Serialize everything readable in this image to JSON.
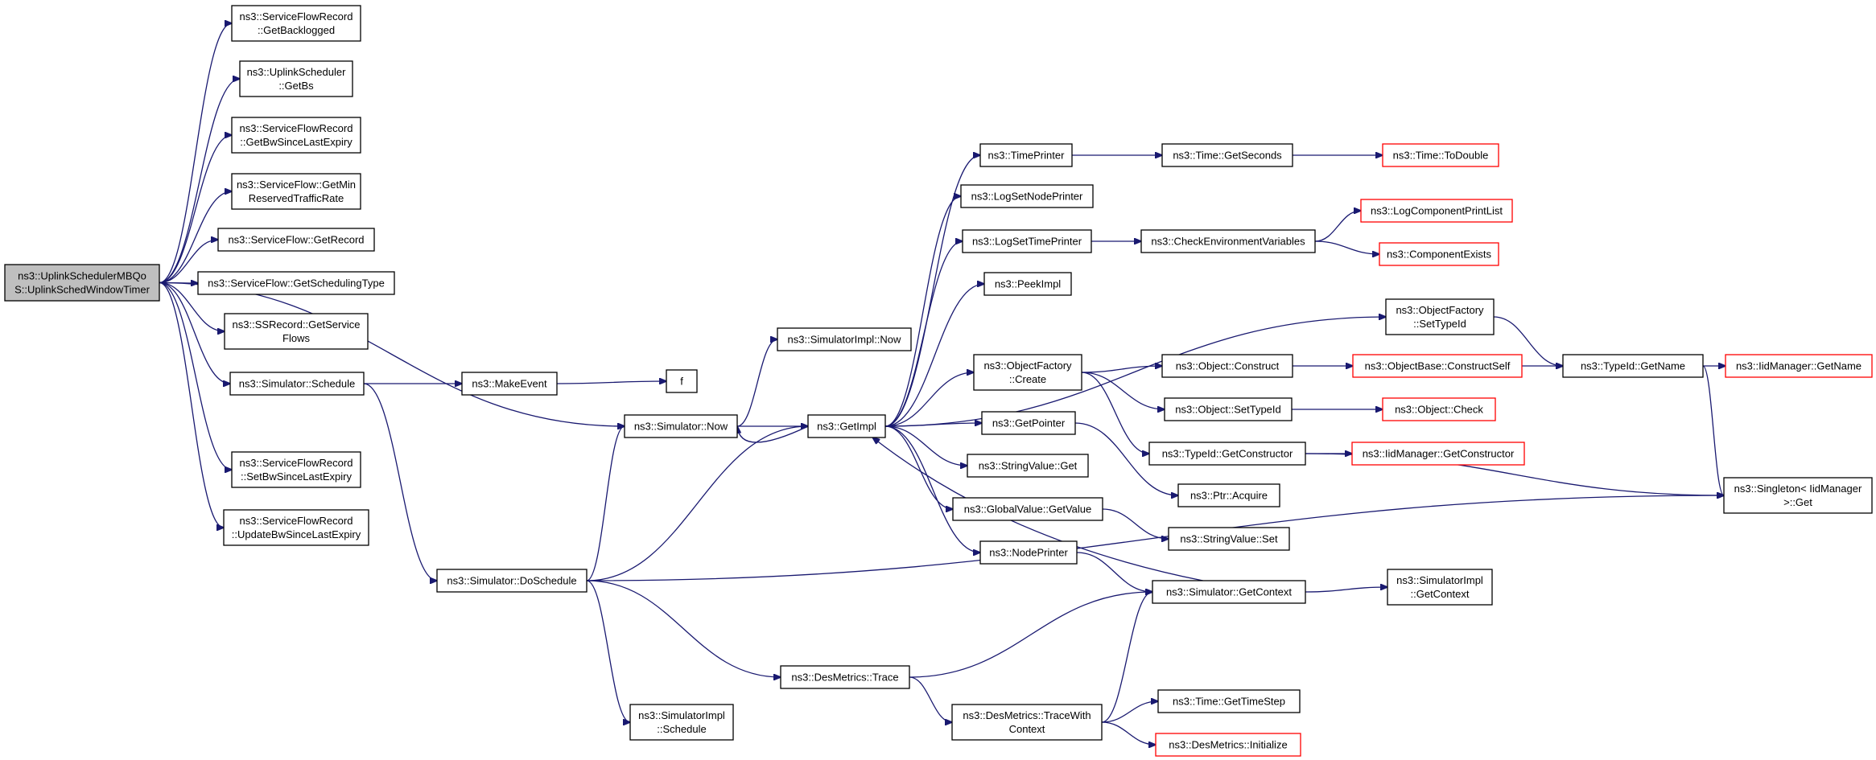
{
  "nodes": [
    {
      "id": "root",
      "lines": [
        "ns3::UplinkSchedulerMBQo",
        "S::UplinkSchedWindowTimer"
      ],
      "kind": "root"
    },
    {
      "id": "getBacklogged",
      "lines": [
        "ns3::ServiceFlowRecord",
        "::GetBacklogged"
      ],
      "kind": "normal"
    },
    {
      "id": "getBs",
      "lines": [
        "ns3::UplinkScheduler",
        "::GetBs"
      ],
      "kind": "normal"
    },
    {
      "id": "getBwSince",
      "lines": [
        "ns3::ServiceFlowRecord",
        "::GetBwSinceLastExpiry"
      ],
      "kind": "normal"
    },
    {
      "id": "getMinRes",
      "lines": [
        "ns3::ServiceFlow::GetMin",
        "ReservedTrafficRate"
      ],
      "kind": "normal"
    },
    {
      "id": "getRecord",
      "lines": [
        "ns3::ServiceFlow::GetRecord"
      ],
      "kind": "normal"
    },
    {
      "id": "getSchedType",
      "lines": [
        "ns3::ServiceFlow::GetSchedulingType"
      ],
      "kind": "normal"
    },
    {
      "id": "getServiceFlows",
      "lines": [
        "ns3::SSRecord::GetService",
        "Flows"
      ],
      "kind": "normal"
    },
    {
      "id": "schedule",
      "lines": [
        "ns3::Simulator::Schedule"
      ],
      "kind": "normal"
    },
    {
      "id": "setBwSince",
      "lines": [
        "ns3::ServiceFlowRecord",
        "::SetBwSinceLastExpiry"
      ],
      "kind": "normal"
    },
    {
      "id": "updateBwSince",
      "lines": [
        "ns3::ServiceFlowRecord",
        "::UpdateBwSinceLastExpiry"
      ],
      "kind": "normal"
    },
    {
      "id": "makeEvent",
      "lines": [
        "ns3::MakeEvent"
      ],
      "kind": "normal"
    },
    {
      "id": "f",
      "lines": [
        "f"
      ],
      "kind": "normal"
    },
    {
      "id": "doSchedule",
      "lines": [
        "ns3::Simulator::DoSchedule"
      ],
      "kind": "normal"
    },
    {
      "id": "now",
      "lines": [
        "ns3::Simulator::Now"
      ],
      "kind": "normal"
    },
    {
      "id": "implNow",
      "lines": [
        "ns3::SimulatorImpl::Now"
      ],
      "kind": "normal"
    },
    {
      "id": "getImpl",
      "lines": [
        "ns3::GetImpl"
      ],
      "kind": "normal"
    },
    {
      "id": "implSchedule",
      "lines": [
        "ns3::SimulatorImpl",
        "::Schedule"
      ],
      "kind": "normal"
    },
    {
      "id": "desTrace",
      "lines": [
        "ns3::DesMetrics::Trace"
      ],
      "kind": "normal"
    },
    {
      "id": "desTraceWith",
      "lines": [
        "ns3::DesMetrics::TraceWith",
        "Context"
      ],
      "kind": "normal"
    },
    {
      "id": "timePrinter",
      "lines": [
        "ns3::TimePrinter"
      ],
      "kind": "normal"
    },
    {
      "id": "logSetNode",
      "lines": [
        "ns3::LogSetNodePrinter"
      ],
      "kind": "normal"
    },
    {
      "id": "logSetTime",
      "lines": [
        "ns3::LogSetTimePrinter"
      ],
      "kind": "normal"
    },
    {
      "id": "peekImpl",
      "lines": [
        "ns3::PeekImpl"
      ],
      "kind": "normal"
    },
    {
      "id": "ofCreate",
      "lines": [
        "ns3::ObjectFactory",
        "::Create"
      ],
      "kind": "normal"
    },
    {
      "id": "getPointer",
      "lines": [
        "ns3::GetPointer"
      ],
      "kind": "normal"
    },
    {
      "id": "svGet",
      "lines": [
        "ns3::StringValue::Get"
      ],
      "kind": "normal"
    },
    {
      "id": "gvGetValue",
      "lines": [
        "ns3::GlobalValue::GetValue"
      ],
      "kind": "normal"
    },
    {
      "id": "nodePrinter",
      "lines": [
        "ns3::NodePrinter"
      ],
      "kind": "normal"
    },
    {
      "id": "getSeconds",
      "lines": [
        "ns3::Time::GetSeconds"
      ],
      "kind": "normal"
    },
    {
      "id": "toDouble",
      "lines": [
        "ns3::Time::ToDouble"
      ],
      "kind": "ext"
    },
    {
      "id": "checkEnv",
      "lines": [
        "ns3::CheckEnvironmentVariables"
      ],
      "kind": "normal"
    },
    {
      "id": "logCompList",
      "lines": [
        "ns3::LogComponentPrintList"
      ],
      "kind": "ext"
    },
    {
      "id": "compExists",
      "lines": [
        "ns3::ComponentExists"
      ],
      "kind": "ext"
    },
    {
      "id": "ofSetTypeId",
      "lines": [
        "ns3::ObjectFactory",
        "::SetTypeId"
      ],
      "kind": "normal"
    },
    {
      "id": "objConstruct",
      "lines": [
        "ns3::Object::Construct"
      ],
      "kind": "normal"
    },
    {
      "id": "objSetTypeId",
      "lines": [
        "ns3::Object::SetTypeId"
      ],
      "kind": "normal"
    },
    {
      "id": "getConstructor",
      "lines": [
        "ns3::TypeId::GetConstructor"
      ],
      "kind": "normal"
    },
    {
      "id": "ptrAcquire",
      "lines": [
        "ns3::Ptr::Acquire"
      ],
      "kind": "normal"
    },
    {
      "id": "svSet",
      "lines": [
        "ns3::StringValue::Set"
      ],
      "kind": "normal"
    },
    {
      "id": "getContext",
      "lines": [
        "ns3::Simulator::GetContext"
      ],
      "kind": "normal"
    },
    {
      "id": "getTimeStep",
      "lines": [
        "ns3::Time::GetTimeStep"
      ],
      "kind": "normal"
    },
    {
      "id": "desInit",
      "lines": [
        "ns3::DesMetrics::Initialize"
      ],
      "kind": "ext"
    },
    {
      "id": "constructSelf",
      "lines": [
        "ns3::ObjectBase::ConstructSelf"
      ],
      "kind": "ext"
    },
    {
      "id": "objCheck",
      "lines": [
        "ns3::Object::Check"
      ],
      "kind": "ext"
    },
    {
      "id": "iidGetCons",
      "lines": [
        "ns3::IidManager::GetConstructor"
      ],
      "kind": "ext"
    },
    {
      "id": "implGetContext",
      "lines": [
        "ns3::SimulatorImpl",
        "::GetContext"
      ],
      "kind": "normal"
    },
    {
      "id": "typeIdGetName",
      "lines": [
        "ns3::TypeId::GetName"
      ],
      "kind": "normal"
    },
    {
      "id": "iidGetName",
      "lines": [
        "ns3::IidManager::GetName"
      ],
      "kind": "ext"
    },
    {
      "id": "singletonGet",
      "lines": [
        "ns3::Singleton< IidManager",
        ">::Get"
      ],
      "kind": "normal"
    }
  ],
  "edges": [
    [
      "root",
      "getBacklogged"
    ],
    [
      "root",
      "getBs"
    ],
    [
      "root",
      "getBwSince"
    ],
    [
      "root",
      "getMinRes"
    ],
    [
      "root",
      "getRecord"
    ],
    [
      "root",
      "getSchedType"
    ],
    [
      "root",
      "getServiceFlows"
    ],
    [
      "root",
      "schedule"
    ],
    [
      "root",
      "now"
    ],
    [
      "root",
      "setBwSince"
    ],
    [
      "root",
      "updateBwSince"
    ],
    [
      "schedule",
      "makeEvent"
    ],
    [
      "schedule",
      "doSchedule"
    ],
    [
      "makeEvent",
      "f"
    ],
    [
      "doSchedule",
      "now"
    ],
    [
      "doSchedule",
      "getImpl"
    ],
    [
      "doSchedule",
      "implSchedule"
    ],
    [
      "doSchedule",
      "desTrace"
    ],
    [
      "doSchedule",
      "singletonGet"
    ],
    [
      "now",
      "implNow"
    ],
    [
      "now",
      "getImpl"
    ],
    [
      "getImpl",
      "timePrinter"
    ],
    [
      "getImpl",
      "logSetNode"
    ],
    [
      "getImpl",
      "logSetTime"
    ],
    [
      "getImpl",
      "peekImpl"
    ],
    [
      "getImpl",
      "ofSetTypeId"
    ],
    [
      "getImpl",
      "ofCreate"
    ],
    [
      "getImpl",
      "getPointer"
    ],
    [
      "getImpl",
      "svGet"
    ],
    [
      "getImpl",
      "gvGetValue"
    ],
    [
      "getImpl",
      "nodePrinter"
    ],
    [
      "getImpl",
      "now"
    ],
    [
      "timePrinter",
      "getSeconds"
    ],
    [
      "getSeconds",
      "toDouble"
    ],
    [
      "logSetTime",
      "checkEnv"
    ],
    [
      "checkEnv",
      "logCompList"
    ],
    [
      "checkEnv",
      "compExists"
    ],
    [
      "ofCreate",
      "objConstruct"
    ],
    [
      "ofCreate",
      "objSetTypeId"
    ],
    [
      "ofCreate",
      "getConstructor"
    ],
    [
      "getPointer",
      "ptrAcquire"
    ],
    [
      "gvGetValue",
      "svSet"
    ],
    [
      "nodePrinter",
      "getContext"
    ],
    [
      "getContext",
      "implGetContext"
    ],
    [
      "getContext",
      "getImpl"
    ],
    [
      "desTrace",
      "getContext"
    ],
    [
      "desTrace",
      "desTraceWith"
    ],
    [
      "desTraceWith",
      "getContext"
    ],
    [
      "desTraceWith",
      "getTimeStep"
    ],
    [
      "desTraceWith",
      "desInit"
    ],
    [
      "objConstruct",
      "constructSelf"
    ],
    [
      "constructSelf",
      "typeIdGetName"
    ],
    [
      "objSetTypeId",
      "objCheck"
    ],
    [
      "getConstructor",
      "iidGetCons"
    ],
    [
      "getConstructor",
      "singletonGet"
    ],
    [
      "ofSetTypeId",
      "typeIdGetName"
    ],
    [
      "typeIdGetName",
      "iidGetName"
    ],
    [
      "typeIdGetName",
      "singletonGet"
    ]
  ]
}
